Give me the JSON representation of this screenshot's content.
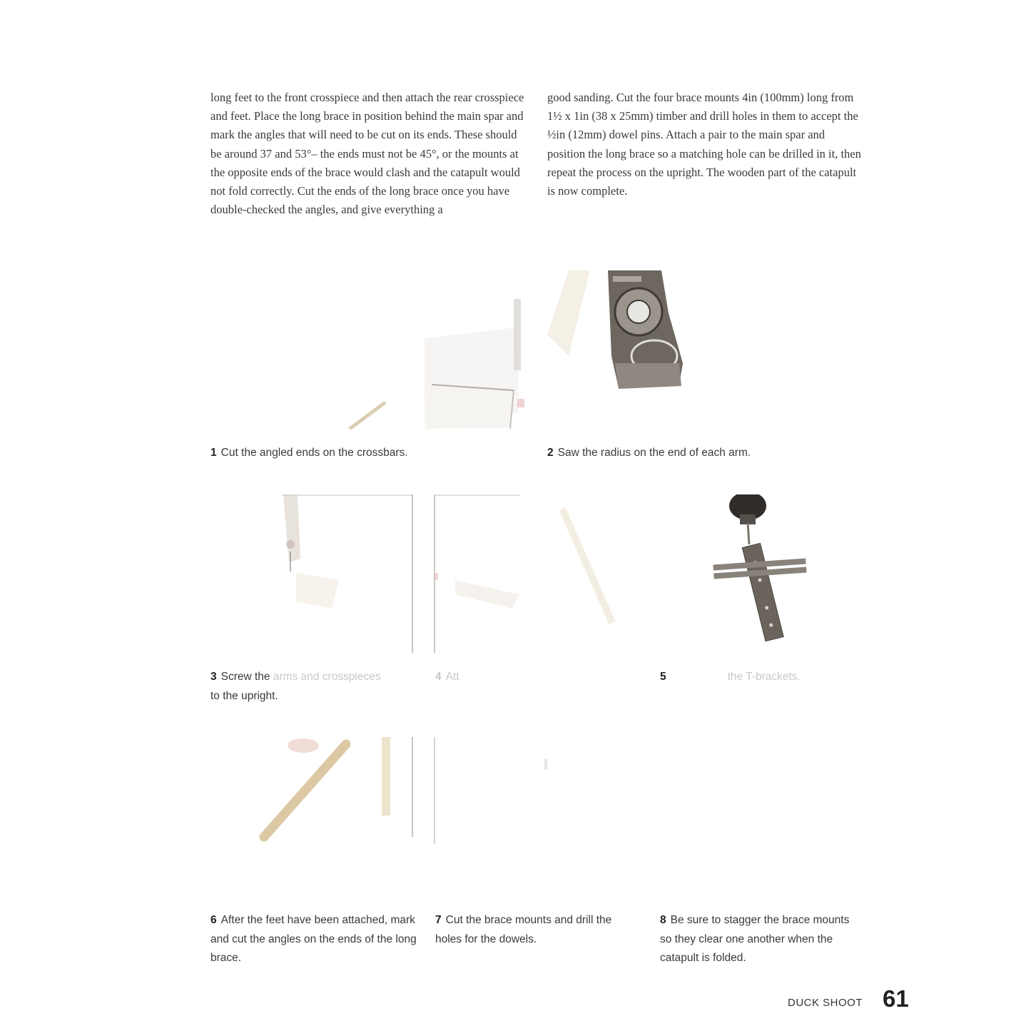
{
  "body": {
    "left_paragraph": "long feet to the front crosspiece and then attach the rear crosspiece and feet. Place the long brace in position behind the main spar and mark the angles that will need to be cut on its ends. These should be around 37 and 53°– the ends must not be 45°, or the mounts at the opposite ends of the brace would clash and the catapult would not fold correctly. Cut the ends of the long brace once you have double-checked the angles, and give everything a",
    "right_paragraph": "good sanding. Cut the four brace mounts 4in (100mm) long from 1½ x 1in (38 x 25mm) timber and drill holes in them to accept the ½in (12mm) dowel pins. Attach a pair to the main spar and position the long brace so a matching hole can be drilled in it, then repeat the process on the upright. The wooden part of the catapult is now complete."
  },
  "steps": [
    {
      "num": "1",
      "text": "Cut the angled ends on the crossbars."
    },
    {
      "num": "2",
      "text": "Saw the radius on the end of each arm."
    },
    {
      "num": "3",
      "text_visible": "Screw the",
      "text_faded": "arms and crosspieces",
      "text_rest": "to the upright."
    },
    {
      "num": "4",
      "text_faded": "Att"
    },
    {
      "num": "5",
      "text_faded": "the T-brackets."
    },
    {
      "num": "6",
      "text": "After the feet have been attached, mark and cut the angles on the ends of the long brace."
    },
    {
      "num": "7",
      "text": "Cut the brace mounts and drill the holes for the dowels."
    },
    {
      "num": "8",
      "text": "Be sure to stagger the brace mounts so they clear one another when the catapult is folded."
    }
  ],
  "footer": {
    "section": "DUCK SHOOT",
    "page_number": "61"
  },
  "colors": {
    "text": "#3a3a3a",
    "wood": "#d9c7a4",
    "metal": "#6b645c"
  }
}
